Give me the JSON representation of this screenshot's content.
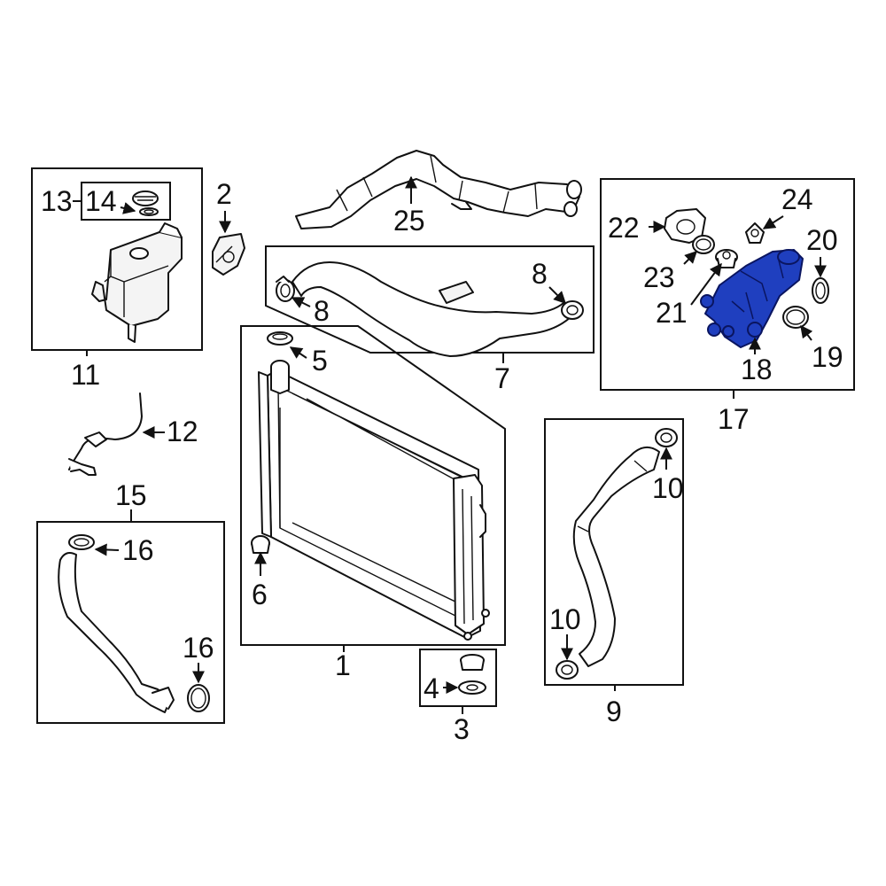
{
  "diagram": {
    "highlight_color": "#1f3fbf",
    "callouts": {
      "c1": "1",
      "c2": "2",
      "c3": "3",
      "c4": "4",
      "c5": "5",
      "c6": "6",
      "c7": "7",
      "c8a": "8",
      "c8b": "8",
      "c9": "9",
      "c10a": "10",
      "c10b": "10",
      "c11": "11",
      "c12": "12",
      "c13": "13",
      "c14": "14",
      "c15": "15",
      "c16a": "16",
      "c16b": "16",
      "c17": "17",
      "c18": "18",
      "c19": "19",
      "c20": "20",
      "c21": "21",
      "c22": "22",
      "c23": "23",
      "c24": "24",
      "c25": "25"
    }
  }
}
